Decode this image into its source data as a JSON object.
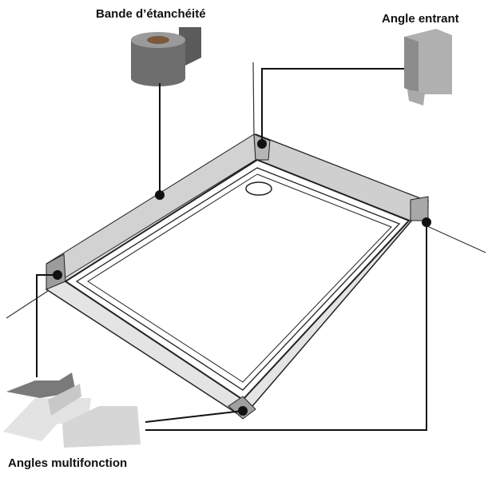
{
  "labels": {
    "waterproof_tape": "Bande d’étanchéité",
    "inside_corner": "Angle entrant",
    "multifunction_corners": "Angles multifonction"
  },
  "colors": {
    "background": "#ffffff",
    "line": "#111111",
    "tape_band": "#e2e2e2",
    "tray": "#ffffff",
    "roll": "#6a6a6a",
    "corner_piece": "#9a9a9a",
    "multi_piece": "#d8d8d8"
  },
  "icons": [
    "tape-roll-icon",
    "inside-corner-icon",
    "multifunction-corner-icon"
  ]
}
